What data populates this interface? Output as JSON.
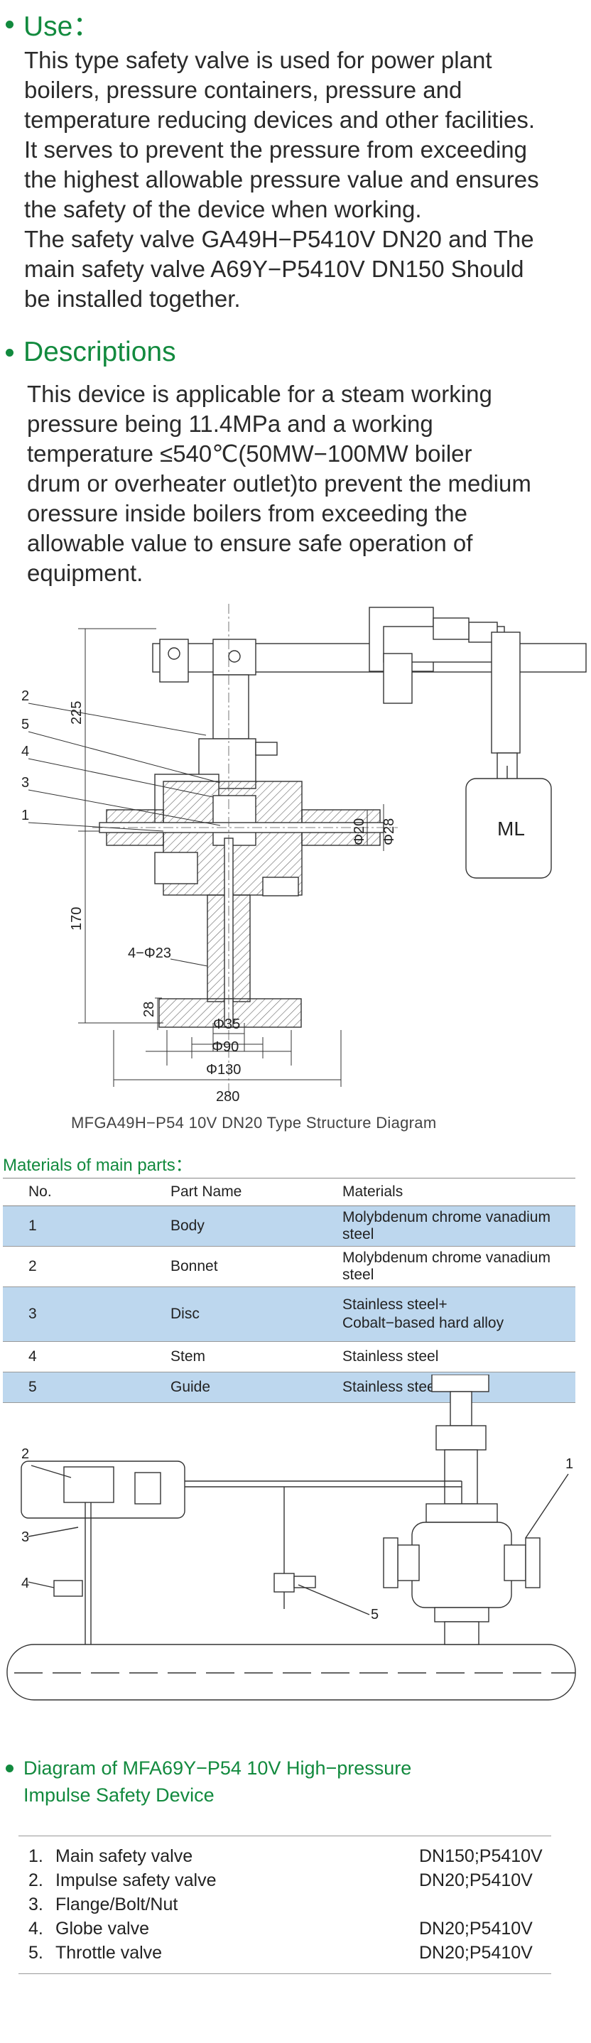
{
  "use": {
    "heading": "Use：",
    "lines": [
      "This type safety valve is used for power plant",
      "boilers, pressure containers, pressure and",
      "temperature reducing devices and other facilities.",
      "It serves to prevent the pressure from exceeding",
      "the highest allowable pressure value and ensures",
      "the safety of the device when working.",
      "The safety valve GA49H−P5410V DN20 and The",
      "main safety valve A69Y−P5410V DN150 Should",
      "be installed together."
    ]
  },
  "descriptions": {
    "heading": "Descriptions",
    "lines": [
      "This device is applicable for a steam working",
      "pressure being 11.4MPa and a working",
      "temperature ≤540℃(50MW−100MW boiler",
      "drum or overheater outlet)to prevent the medium",
      "oressure inside boilers from exceeding the",
      "allowable value to ensure safe operation of",
      "equipment."
    ]
  },
  "diagram1": {
    "callouts": [
      "2",
      "5",
      "4",
      "3",
      "1"
    ],
    "dims": {
      "d225": "225",
      "d170": "170",
      "d28v": "28",
      "phi20": "Φ20",
      "phi28": "Φ28",
      "hole": "4−Φ23",
      "phi35": "Φ35",
      "phi90": "Φ90",
      "phi130": "Φ130",
      "d280": "280",
      "weight": "ML"
    },
    "caption": "MFGA49H−P54 10V DN20 Type Structure Diagram"
  },
  "materials": {
    "title": "Materials of main parts：",
    "headers": [
      "No.",
      "Part Name",
      "Materials"
    ],
    "rows": [
      {
        "no": "1",
        "part": "Body",
        "material": "Molybdenum chrome vanadium steel",
        "material2": ""
      },
      {
        "no": "2",
        "part": "Bonnet",
        "material": "Molybdenum chrome vanadium steel",
        "material2": ""
      },
      {
        "no": "3",
        "part": "Disc",
        "material": "Stainless steel+",
        "material2": "Cobalt−based hard alloy"
      },
      {
        "no": "4",
        "part": "Stem",
        "material": "Stainless steel",
        "material2": ""
      },
      {
        "no": "5",
        "part": "Guide",
        "material": "Stainless steel",
        "material2": ""
      }
    ],
    "highlight_color": "#bdd7ee"
  },
  "diagram2": {
    "callouts": [
      "2",
      "3",
      "4",
      "5",
      "1"
    ],
    "title_line1": "Diagram of MFA69Y−P54 10V High−pressure",
    "title_line2": "Impulse Safety Device"
  },
  "parts_list": [
    {
      "num": "1.",
      "name": "Main safety valve",
      "spec": "DN150;P5410V"
    },
    {
      "num": "2.",
      "name": "Impulse safety valve",
      "spec": "DN20;P5410V"
    },
    {
      "num": "3.",
      "name": "Flange/Bolt/Nut",
      "spec": ""
    },
    {
      "num": "4.",
      "name": "Globe valve",
      "spec": "DN20;P5410V"
    },
    {
      "num": "5.",
      "name": "Throttle valve",
      "spec": "DN20;P5410V"
    }
  ],
  "colors": {
    "accent": "#128a3e"
  }
}
